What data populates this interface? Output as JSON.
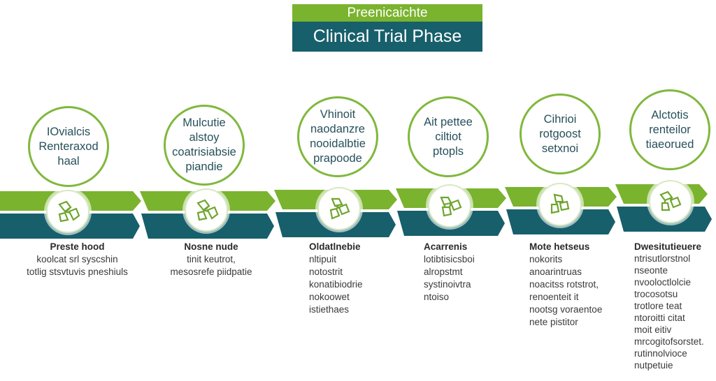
{
  "header": {
    "subtitle": "Preenicaichte",
    "title": "Clinical Trial Phase"
  },
  "colors": {
    "accent_green": "#7ab32e",
    "accent_teal": "#175f6b",
    "circle_border": "#80b83d"
  },
  "phases": [
    {
      "circle_text": "IOvialcis\nRenteraxod\nhaal",
      "icon": "molecule-network-icon",
      "title": "Preste hood",
      "body": "koolcat srl syscshin\ntotlig stsvtuvis pneshiuls"
    },
    {
      "circle_text": "Mulcutie\nalstoy\ncoatrisiabsie\npiandie",
      "icon": "molecule-network-icon",
      "title": "Nosne nude",
      "body": "tinit keutrot,\nmesosrefe piidpatie"
    },
    {
      "circle_text": "Vhinoit\nnaodanzre\nnooidalbtie\nprapoode",
      "icon": "molecule-network-icon",
      "title": "Oldatlnebie",
      "body": "nltipuit\nnotostrit\nkonatibiodrie\nnokoowet\nistiethaes"
    },
    {
      "circle_text": "Ait pettee\nciltiot\nptopls",
      "icon": "molecule-network-icon",
      "title": "Acarrenis",
      "body": "lotibtisicsboi\nalropstmt\nsystinoivtra\nntoiso"
    },
    {
      "circle_text": "Cihrioi\nrotgoost\nsetxnoi",
      "icon": "molecule-network-icon",
      "title": "Mote hetseus",
      "body": "nokorits\nanoarintruas\nnoacitss rotstrot,\nrenoenteit it\nnootsg voraentoe\nnete pistitor"
    },
    {
      "circle_text": "Alctotis\nrenteilor\ntiaeorued",
      "icon": "molecule-network-icon",
      "title": "Dwesitutieuere",
      "body": "ntrisutlorstnol\nnseonte\nnvooloctlolcie\ntrocosotsu\ntrotlore teat\nntoroitti citat\nmoit eitiv\nmrcogitofsorstet.\nrutinnolvioce\nnutpetuie"
    }
  ]
}
